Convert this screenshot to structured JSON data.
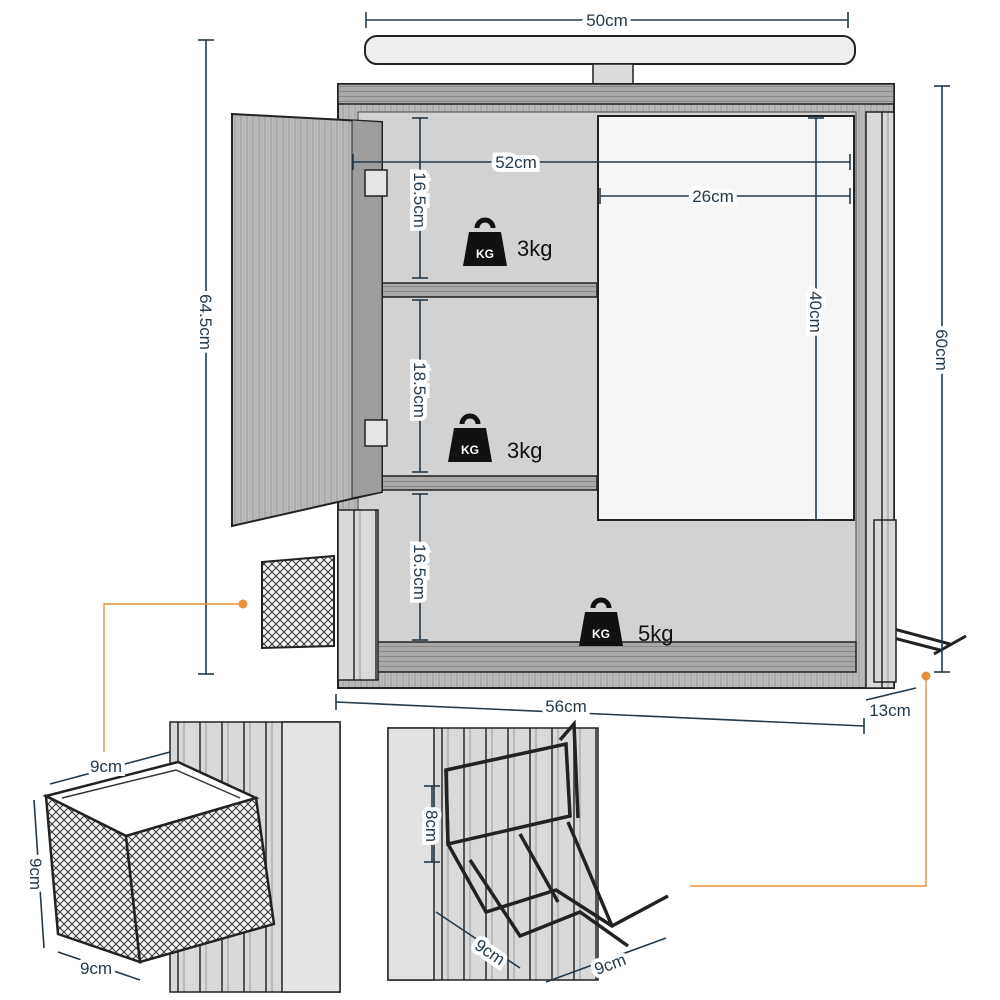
{
  "dimensions": {
    "lamp_width": "50cm",
    "inner_width": "52cm",
    "shelf_depth": "26cm",
    "total_height": "64.5cm",
    "cabinet_height": "60cm",
    "mirror_height": "40cm",
    "shelf_gap_top": "16.5cm",
    "shelf_gap_middle": "18.5cm",
    "shelf_gap_bottom": "16.5cm",
    "cabinet_width": "56cm",
    "cabinet_depth": "13cm",
    "basket_width": "9cm",
    "basket_height": "9cm",
    "basket_depth": "9cm",
    "holder_height": "8cm",
    "holder_depth": "9cm",
    "holder_width": "9cm"
  },
  "loads": {
    "weight_badge": "KG",
    "top_shelf": "3kg",
    "middle_shelf": "3kg",
    "bottom_shelf": "5kg"
  },
  "colors": {
    "dimension_line": "#233a4c",
    "callout_line": "#e8913a",
    "wood": "#8a8a8a",
    "outline": "#222222"
  }
}
